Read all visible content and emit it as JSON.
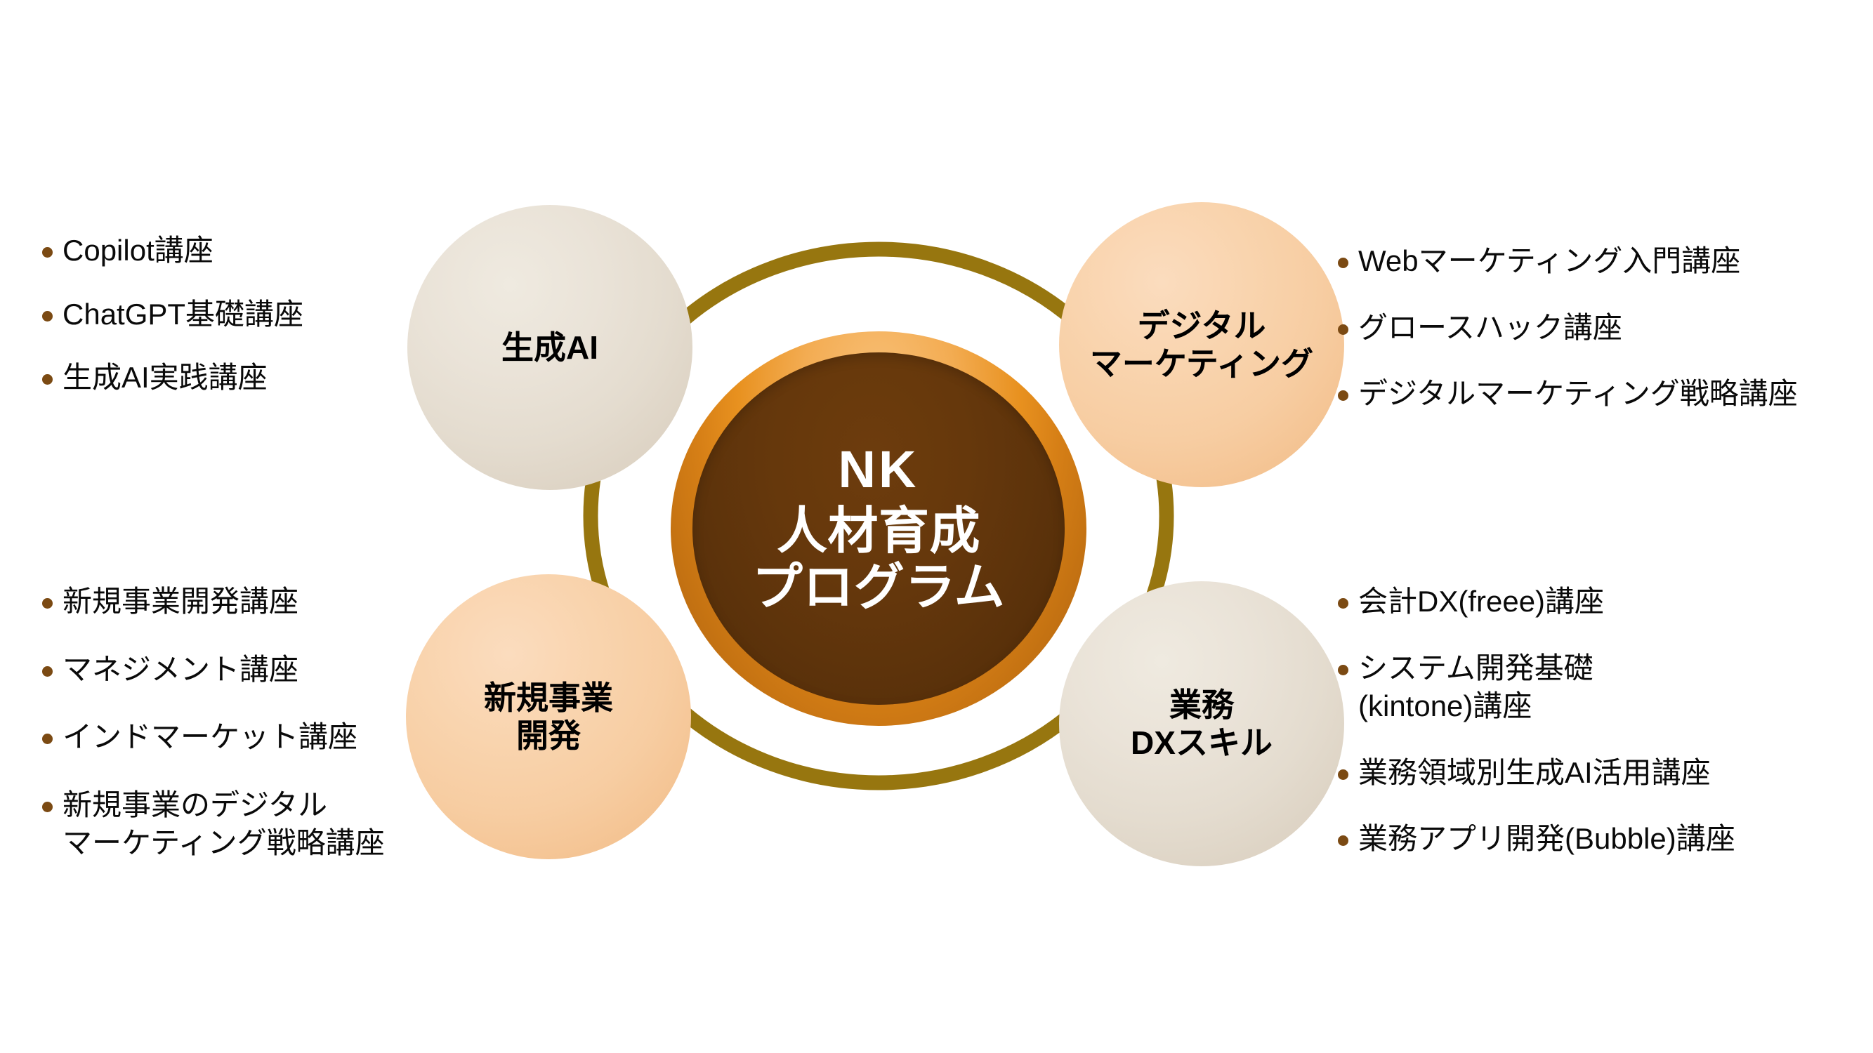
{
  "hub": {
    "line1": "NK",
    "line2": "人材育成",
    "line3": "プログラム"
  },
  "nodes": {
    "gen_ai": {
      "label": "生成AI",
      "fill": "#eae3d8"
    },
    "digital_marketing": {
      "label": "デジタル\nマーケティング",
      "fill": "#f9d4ae"
    },
    "new_business": {
      "label": "新規事業\n開発",
      "fill": "#f9d4ae"
    },
    "dx_skill": {
      "label": "業務\nDXスキル",
      "fill": "#eae3d8"
    }
  },
  "lists": {
    "gen_ai": [
      "Copilot講座",
      "ChatGPT基礎講座",
      "生成AI実践講座"
    ],
    "digital_marketing": [
      "Webマーケティング入門講座",
      "グロースハック講座",
      "デジタルマーケティング戦略講座"
    ],
    "new_business": [
      "新規事業開発講座",
      "マネジメント講座",
      "インドマーケット講座",
      "新規事業のデジタル\n    マーケティング戦略講座"
    ],
    "dx_skill": [
      "会計DX(freee)講座",
      "システム開発基礎\n    (kintone)講座",
      "業務領域別生成AI活用講座",
      "業務アプリ開発(Bubble)講座"
    ]
  },
  "colors": {
    "ring": "#97760f",
    "hub_ring_outer": "#e8911f",
    "hub_fill": "#5d330b",
    "bullet_dot": "#7b4a13",
    "beige_bubble": "#eae3d8",
    "peach_bubble": "#f9d4ae",
    "background": "#ffffff",
    "text": "#000000",
    "hub_text": "#ffffff"
  }
}
